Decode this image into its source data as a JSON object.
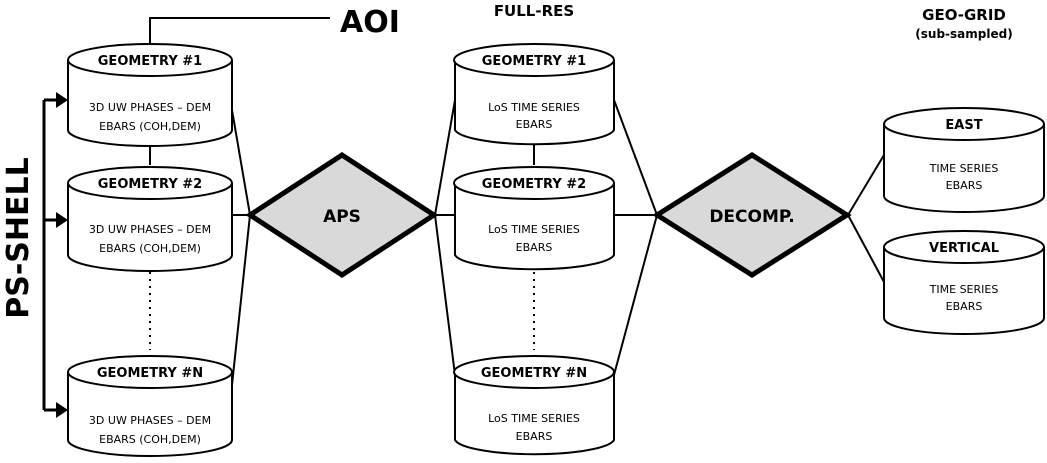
{
  "labels": {
    "aoi": "AOI",
    "ps_shell": "PS-SHELL",
    "full_res": "FULL-RES",
    "geo_grid": "GEO-GRID",
    "geo_grid_sub": "(sub-sampled)"
  },
  "ps_shell_nodes": [
    {
      "title": "GEOMETRY #1",
      "line1": "3D UW PHASES – DEM",
      "line2": "EBARS (COH,DEM)"
    },
    {
      "title": "GEOMETRY #2",
      "line1": "3D UW PHASES – DEM",
      "line2": "EBARS (COH,DEM)"
    },
    {
      "title": "GEOMETRY #N",
      "line1": "3D UW PHASES – DEM",
      "line2": "EBARS (COH,DEM)"
    }
  ],
  "full_res_nodes": [
    {
      "title": "GEOMETRY #1",
      "line1": "LoS TIME SERIES",
      "line2": "EBARS"
    },
    {
      "title": "GEOMETRY #2",
      "line1": "LoS TIME SERIES",
      "line2": "EBARS"
    },
    {
      "title": "GEOMETRY #N",
      "line1": "LoS TIME SERIES",
      "line2": "EBARS"
    }
  ],
  "geo_grid_nodes": [
    {
      "title": "EAST",
      "line1": "TIME SERIES",
      "line2": "EBARS"
    },
    {
      "title": "VERTICAL",
      "line1": "TIME SERIES",
      "line2": "EBARS"
    }
  ],
  "processes": {
    "aps": "APS",
    "decomp": "DECOMP."
  }
}
